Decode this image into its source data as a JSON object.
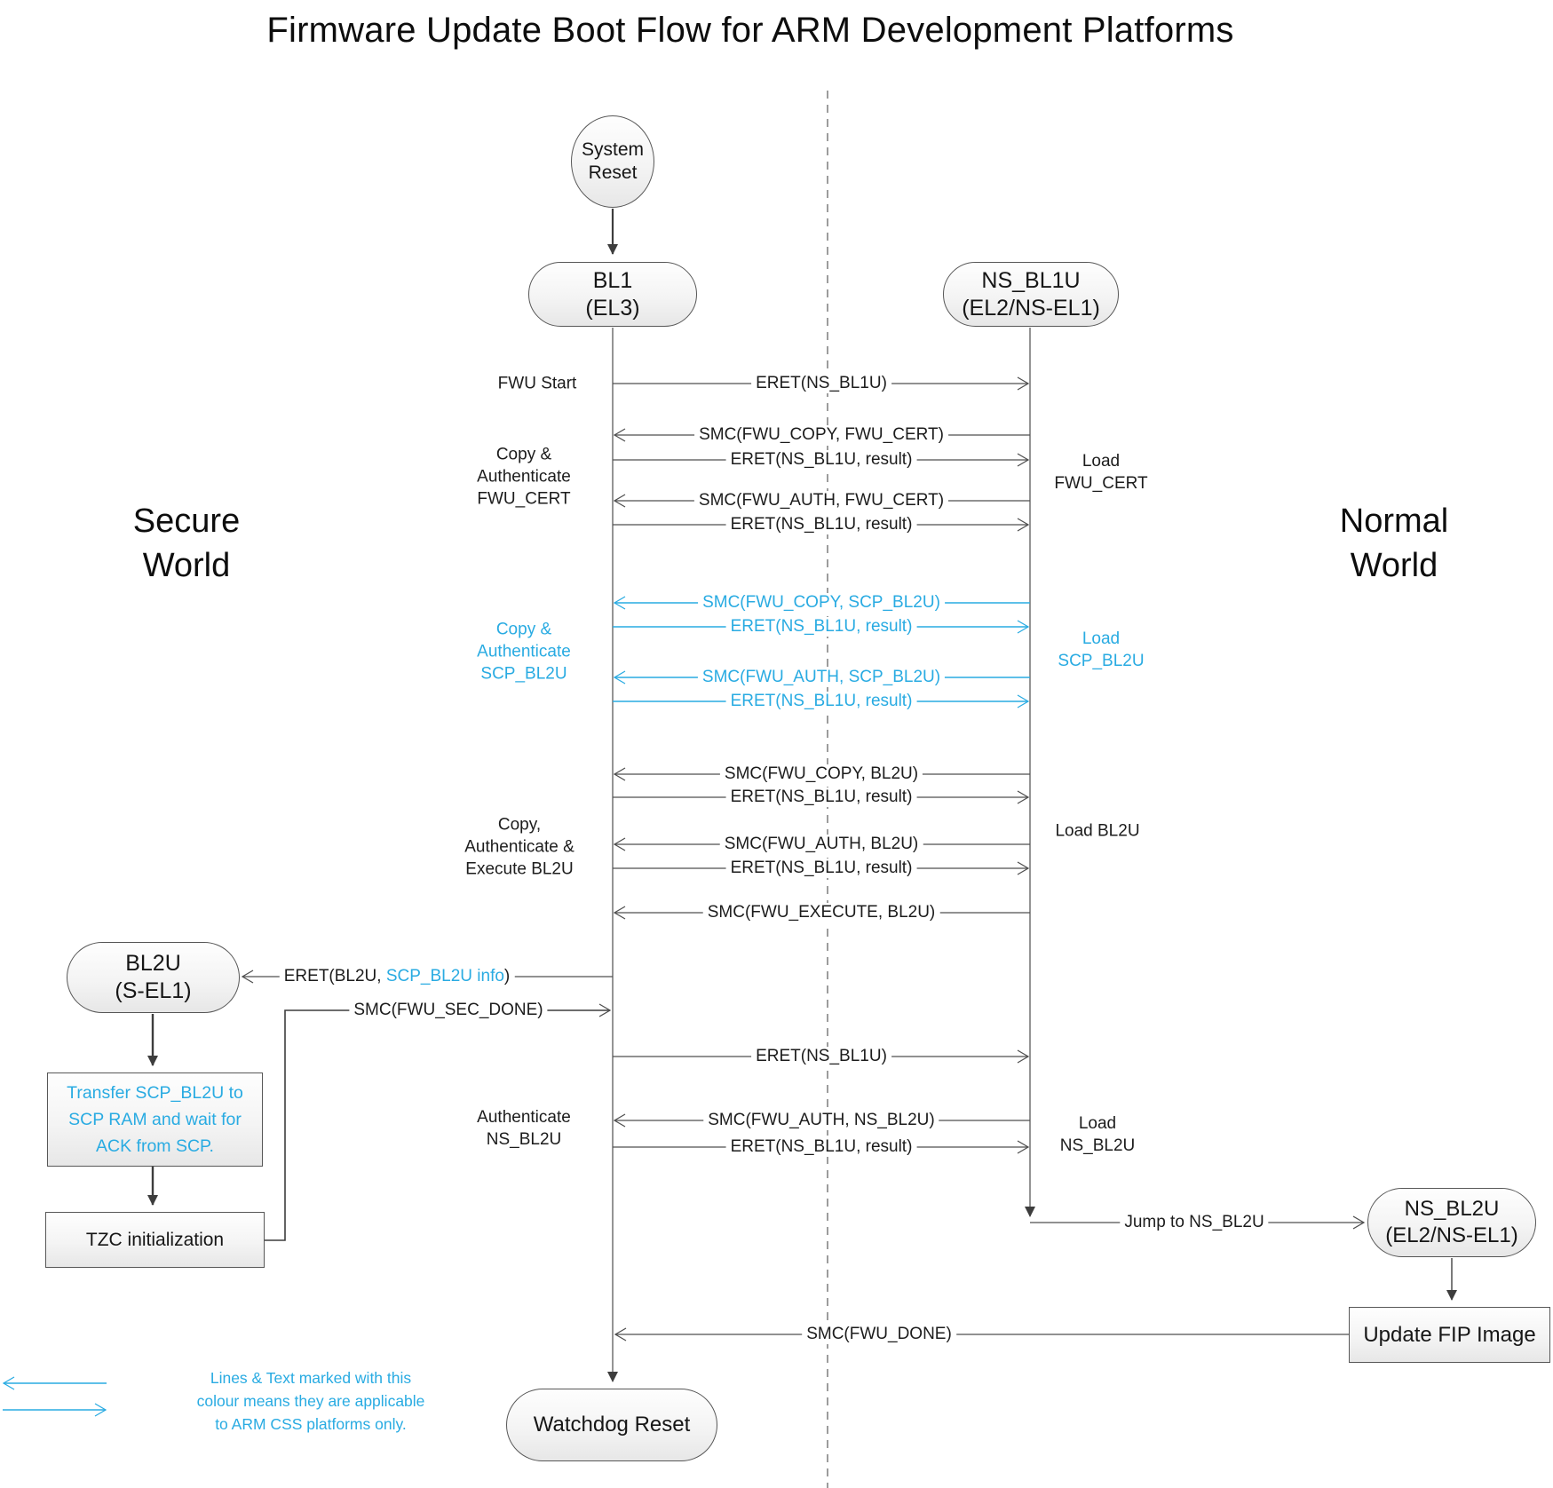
{
  "title": "Firmware Update Boot Flow for ARM Development Platforms",
  "regions": {
    "secure": {
      "line1": "Secure",
      "line2": "World"
    },
    "normal": {
      "line1": "Normal",
      "line2": "World"
    }
  },
  "nodes": {
    "system_reset": {
      "line1": "System",
      "line2": "Reset"
    },
    "bl1": {
      "line1": "BL1",
      "line2": "(EL3)"
    },
    "ns_bl1u": {
      "line1": "NS_BL1U",
      "line2": "(EL2/NS-EL1)"
    },
    "bl2u": {
      "line1": "BL2U",
      "line2": "(S-EL1)"
    },
    "transfer_scp_bl2u": {
      "line1": "Transfer SCP_BL2U to",
      "line2": "SCP RAM and wait for",
      "line3": "ACK from SCP."
    },
    "tzc_init": {
      "label": "TZC initialization"
    },
    "ns_bl2u": {
      "line1": "NS_BL2U",
      "line2": "(EL2/NS-EL1)"
    },
    "update_fip": {
      "label": "Update FIP Image"
    },
    "watchdog_reset": {
      "label": "Watchdog Reset"
    }
  },
  "messages": [
    {
      "label": "ERET(NS_BL1U)",
      "direction": "to-normal-world",
      "color": "black"
    },
    {
      "label": "SMC(FWU_COPY, FWU_CERT)",
      "direction": "to-secure-world",
      "color": "black"
    },
    {
      "label": "ERET(NS_BL1U, result)",
      "direction": "to-normal-world",
      "color": "black"
    },
    {
      "label": "SMC(FWU_AUTH, FWU_CERT)",
      "direction": "to-secure-world",
      "color": "black"
    },
    {
      "label": "ERET(NS_BL1U, result)",
      "direction": "to-normal-world",
      "color": "black"
    },
    {
      "label": "SMC(FWU_COPY, SCP_BL2U)",
      "direction": "to-secure-world",
      "color": "blue"
    },
    {
      "label": "ERET(NS_BL1U, result)",
      "direction": "to-normal-world",
      "color": "blue"
    },
    {
      "label": "SMC(FWU_AUTH, SCP_BL2U)",
      "direction": "to-secure-world",
      "color": "blue"
    },
    {
      "label": "ERET(NS_BL1U, result)",
      "direction": "to-normal-world",
      "color": "blue"
    },
    {
      "label": "SMC(FWU_COPY, BL2U)",
      "direction": "to-secure-world",
      "color": "black"
    },
    {
      "label": "ERET(NS_BL1U, result)",
      "direction": "to-normal-world",
      "color": "black"
    },
    {
      "label": "SMC(FWU_AUTH, BL2U)",
      "direction": "to-secure-world",
      "color": "black"
    },
    {
      "label": "ERET(NS_BL1U, result)",
      "direction": "to-normal-world",
      "color": "black"
    },
    {
      "label": "SMC(FWU_EXECUTE, BL2U)",
      "direction": "to-secure-world",
      "color": "black"
    },
    {
      "label": "ERET(NS_BL1U)",
      "direction": "to-normal-world",
      "color": "black"
    },
    {
      "label": "SMC(FWU_AUTH, NS_BL2U)",
      "direction": "to-secure-world",
      "color": "black"
    },
    {
      "label": "ERET(NS_BL1U, result)",
      "direction": "to-normal-world",
      "color": "black"
    }
  ],
  "special_messages": {
    "eret_bl2u": {
      "part1": "ERET(BL2U, ",
      "part2": "SCP_BL2U info",
      "part3": ")"
    },
    "smc_sec_done": {
      "label": "SMC(FWU_SEC_DONE)"
    },
    "jump_ns_bl2u": {
      "label": "Jump to NS_BL2U"
    },
    "smc_fwu_done": {
      "label": "SMC(FWU_DONE)"
    }
  },
  "side_labels": {
    "fwu_start": "FWU Start",
    "copy_auth_fwu_cert": {
      "line1": "Copy &",
      "line2": "Authenticate",
      "line3": "FWU_CERT"
    },
    "copy_auth_scp_bl2u": {
      "line1": "Copy &",
      "line2": "Authenticate",
      "line3": "SCP_BL2U"
    },
    "copy_auth_exec_bl2u": {
      "line1": "Copy,",
      "line2": "Authenticate &",
      "line3": "Execute BL2U"
    },
    "auth_ns_bl2u": {
      "line1": "Authenticate",
      "line2": "NS_BL2U"
    },
    "load_fwu_cert": {
      "line1": "Load",
      "line2": "FWU_CERT"
    },
    "load_scp_bl2u": {
      "line1": "Load",
      "line2": "SCP_BL2U"
    },
    "load_bl2u": "Load BL2U",
    "load_ns_bl2u": {
      "line1": "Load",
      "line2": "NS_BL2U"
    }
  },
  "legend": {
    "line1": "Lines & Text marked with this",
    "line2": "colour means they are applicable",
    "line3": "to ARM CSS platforms only."
  },
  "colors": {
    "accent_blue": "#29ABE2",
    "line_gray": "#4f4f4f"
  }
}
